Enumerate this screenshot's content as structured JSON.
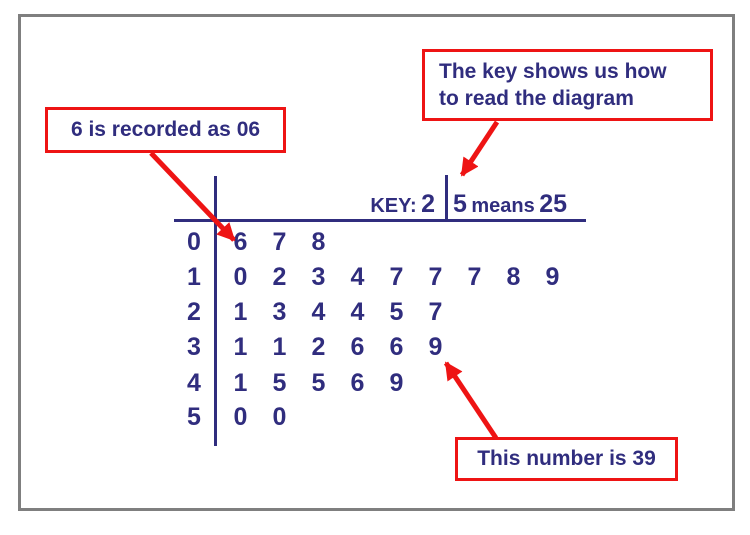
{
  "colors": {
    "navy": "#302d7e",
    "red": "#ee1414",
    "border_gray": "#7f7f7f",
    "background": "#ffffff"
  },
  "callouts": {
    "left": {
      "text": "6 is recorded as 06"
    },
    "top_right": {
      "line1": "The key shows us how",
      "line2": "to read the diagram"
    },
    "bottom_right": {
      "text": "This number is 39"
    }
  },
  "key": {
    "label": "KEY:",
    "stem": "2",
    "leaf": "5",
    "means_word": "means",
    "value": "25"
  },
  "table": {
    "rows": [
      {
        "stem": "0",
        "leaves": [
          "6",
          "7",
          "8"
        ]
      },
      {
        "stem": "1",
        "leaves": [
          "0",
          "2",
          "3",
          "4",
          "7",
          "7",
          "7",
          "8",
          "9"
        ]
      },
      {
        "stem": "2",
        "leaves": [
          "1",
          "3",
          "4",
          "4",
          "5",
          "7"
        ]
      },
      {
        "stem": "3",
        "leaves": [
          "1",
          "1",
          "2",
          "6",
          "6",
          "9"
        ]
      },
      {
        "stem": "4",
        "leaves": [
          "1",
          "5",
          "5",
          "6",
          "9"
        ]
      },
      {
        "stem": "5",
        "leaves": [
          "0",
          "0"
        ]
      }
    ]
  },
  "chart_data": {
    "type": "table",
    "subtype": "stem-and-leaf",
    "key_text": "KEY: 2 | 5 means 25",
    "stems": [
      0,
      1,
      2,
      3,
      4,
      5
    ],
    "leaves": [
      [
        6,
        7,
        8
      ],
      [
        0,
        2,
        3,
        4,
        7,
        7,
        7,
        8,
        9
      ],
      [
        1,
        3,
        4,
        4,
        5,
        7
      ],
      [
        1,
        1,
        2,
        6,
        6,
        9
      ],
      [
        1,
        5,
        5,
        6,
        9
      ],
      [
        0,
        0
      ]
    ],
    "values_represented": [
      6,
      7,
      8,
      10,
      12,
      13,
      14,
      17,
      17,
      17,
      18,
      19,
      21,
      23,
      24,
      24,
      25,
      27,
      31,
      31,
      32,
      36,
      36,
      39,
      41,
      45,
      45,
      46,
      49,
      50,
      50
    ],
    "annotations": [
      "6 is recorded as 06",
      "The key shows us how to read the diagram",
      "This number is 39"
    ]
  }
}
